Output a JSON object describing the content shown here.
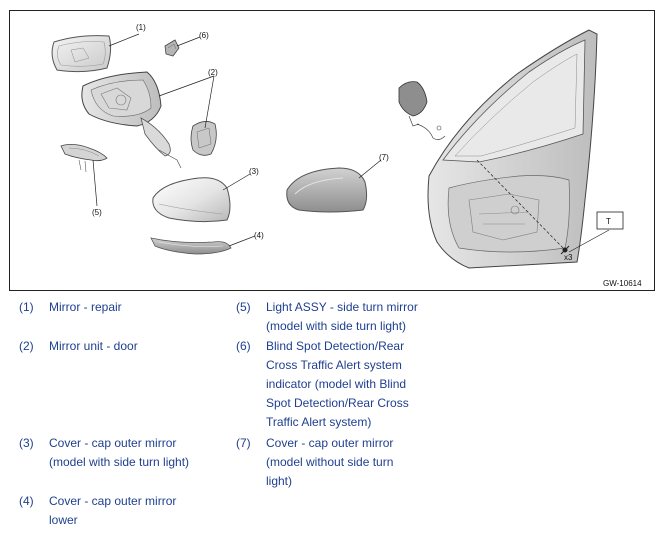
{
  "figure": {
    "code": "GW-10614",
    "callouts": [
      "(1)",
      "(2)",
      "(3)",
      "(4)",
      "(5)",
      "(6)",
      "(7)"
    ],
    "fastener_label": "T",
    "fastener_qty": "x3"
  },
  "legend": [
    {
      "num": "(1)",
      "lines": [
        "Mirror - repair"
      ]
    },
    {
      "num": "(2)",
      "lines": [
        "Mirror unit - door"
      ]
    },
    {
      "num": "(3)",
      "lines": [
        "Cover - cap outer mirror",
        "(model with side turn light)"
      ]
    },
    {
      "num": "(4)",
      "lines": [
        "Cover - cap outer mirror",
        "lower"
      ]
    },
    {
      "num": "(5)",
      "lines": [
        "Light ASSY - side turn mirror",
        "(model with side turn light)"
      ]
    },
    {
      "num": "(6)",
      "lines": [
        "Blind Spot Detection/Rear",
        "Cross Traffic Alert system",
        "indicator (model with Blind",
        "Spot Detection/Rear Cross",
        "Traffic Alert system)"
      ]
    },
    {
      "num": "(7)",
      "lines": [
        "Cover - cap outer mirror",
        "(model without side turn",
        "light)"
      ]
    }
  ]
}
